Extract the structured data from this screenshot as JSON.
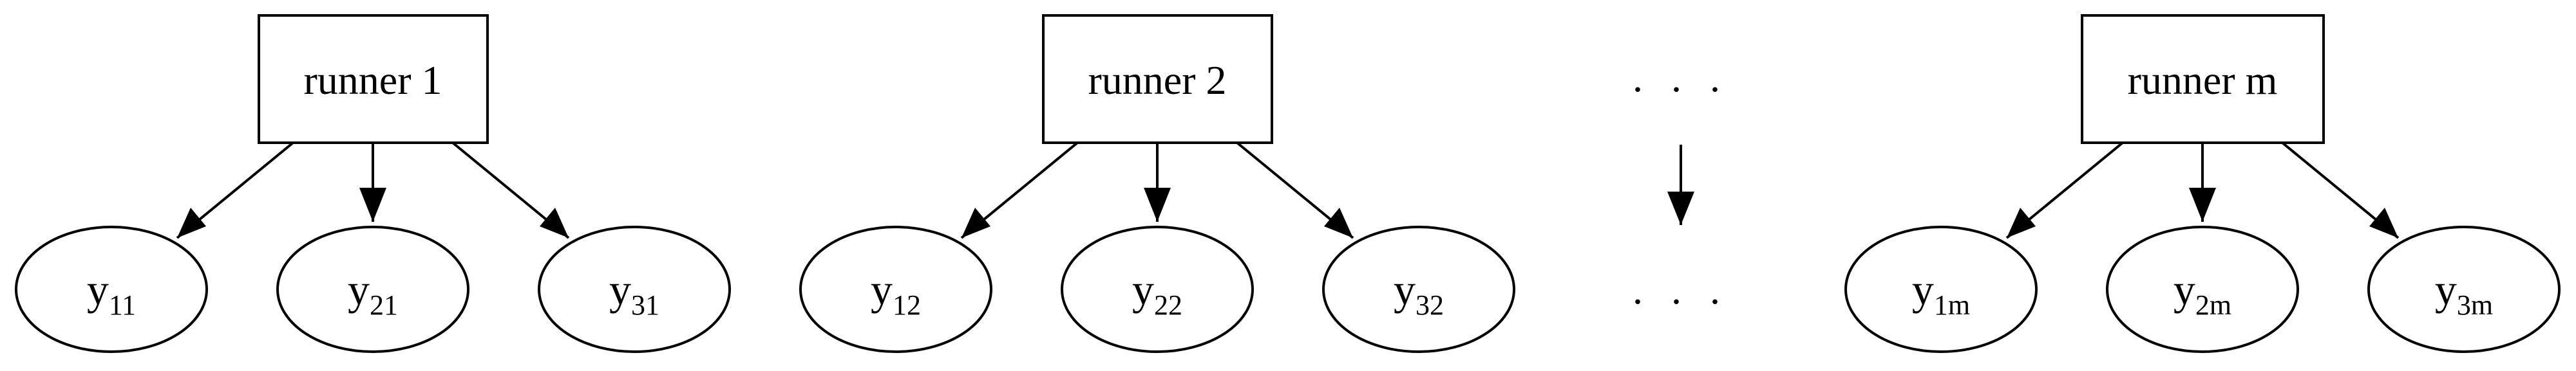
{
  "diagram": {
    "groups": [
      {
        "runner": "runner 1",
        "leaves": [
          {
            "base": "y",
            "sub": "11"
          },
          {
            "base": "y",
            "sub": "21"
          },
          {
            "base": "y",
            "sub": "31"
          }
        ]
      },
      {
        "runner": "runner 2",
        "leaves": [
          {
            "base": "y",
            "sub": "12"
          },
          {
            "base": "y",
            "sub": "22"
          },
          {
            "base": "y",
            "sub": "32"
          }
        ]
      },
      {
        "runner": "runner m",
        "leaves": [
          {
            "base": "y",
            "sub": "1m"
          },
          {
            "base": "y",
            "sub": "2m"
          },
          {
            "base": "y",
            "sub": "3m"
          }
        ]
      }
    ],
    "ellipsis_top": ". . .",
    "ellipsis_bottom": ". . ."
  }
}
